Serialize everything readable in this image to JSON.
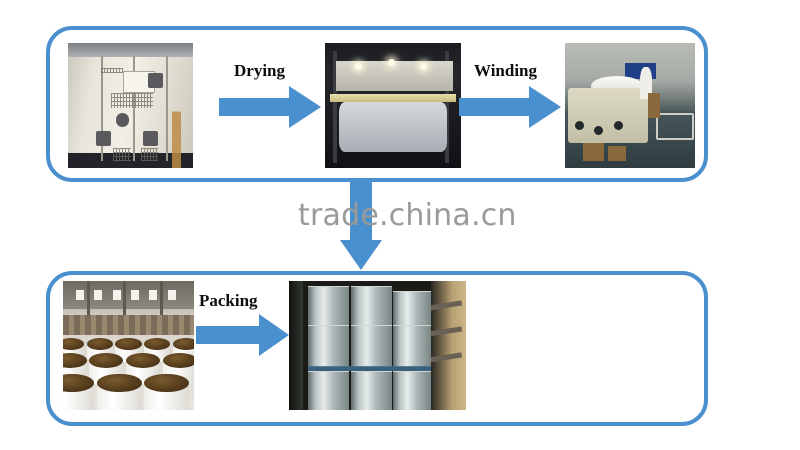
{
  "theme": {
    "panel_border_color": "#4a8fce",
    "arrow_color": "#4a8fce",
    "background_color": "#ffffff",
    "label_color": "#0d0d0d",
    "watermark_color": "#9a9a9a"
  },
  "watermark": {
    "text": "trade.china.cn"
  },
  "flow": {
    "rows": [
      {
        "id": "row-top",
        "steps": [
          {
            "photo_name": "dryer-machine-photo",
            "caption": ""
          },
          {
            "label": "Drying",
            "arrow": "arrow-right-icon"
          },
          {
            "photo_name": "paper-roll-machine-photo",
            "caption": ""
          },
          {
            "label": "Winding",
            "arrow": "arrow-right-icon"
          },
          {
            "photo_name": "winding-hall-photo",
            "caption": ""
          }
        ]
      },
      {
        "id": "row-bottom",
        "steps": [
          {
            "photo_name": "warehouse-rolls-photo",
            "caption": ""
          },
          {
            "label": "Packing",
            "arrow": "arrow-right-icon"
          },
          {
            "photo_name": "container-loaded-rolls-photo",
            "caption": ""
          }
        ]
      }
    ],
    "connector": {
      "name": "arrow-down-icon",
      "direction": "down"
    }
  },
  "labels": {
    "drying": "Drying",
    "winding": "Winding",
    "packing": "Packing"
  }
}
